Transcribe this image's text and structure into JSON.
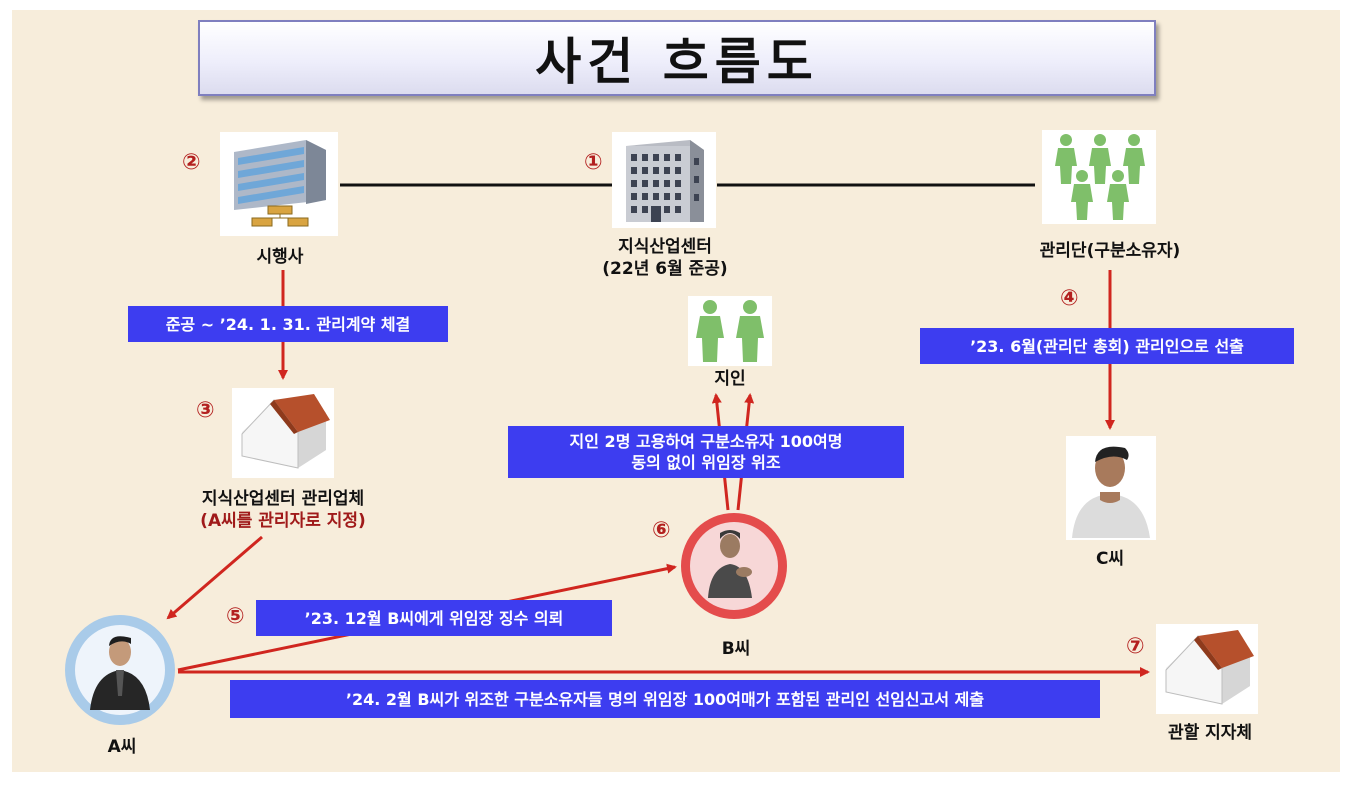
{
  "title": "사건 흐름도",
  "nodes": {
    "center": {
      "number": "①",
      "label": "지식산업센터",
      "sublabel": "(22년 6월 준공)"
    },
    "developer": {
      "number": "②",
      "label": "시행사"
    },
    "mgmt_company": {
      "number": "③",
      "label": "지식산업센터 관리업체",
      "sublabel": "(A씨를 관리자로 지정)"
    },
    "committee": {
      "number": "④",
      "label": "관리단(구분소유자)"
    },
    "acquaintances": {
      "label": "지인"
    },
    "person_b": {
      "number": "⑥",
      "label": "B씨"
    },
    "person_c": {
      "label": "C씨"
    },
    "person_a": {
      "label": "A씨"
    },
    "district_office": {
      "number": "⑦",
      "label": "관할 지자체"
    }
  },
  "step5_number": "⑤",
  "events": {
    "contract": "준공 ~ ’24. 1. 31. 관리계약 체결",
    "election": "’23. 6월(관리단 총회) 관리인으로 선출",
    "forgery_line1": "지인 2명 고용하여 구분소유자 100여명",
    "forgery_line2": "동의 없이 위임장 위조",
    "request": "’23. 12월 B씨에게 위임장 징수 의뢰",
    "report": "’24. 2월 B씨가 위조한 구분소유자들 명의 위임장 100여매가 포함된 관리인 선임신고서 제출"
  },
  "colors": {
    "background": "#f7eddb",
    "arrow": "#d0261f",
    "event_box": "#3d3df0",
    "number": "#b3201f"
  }
}
